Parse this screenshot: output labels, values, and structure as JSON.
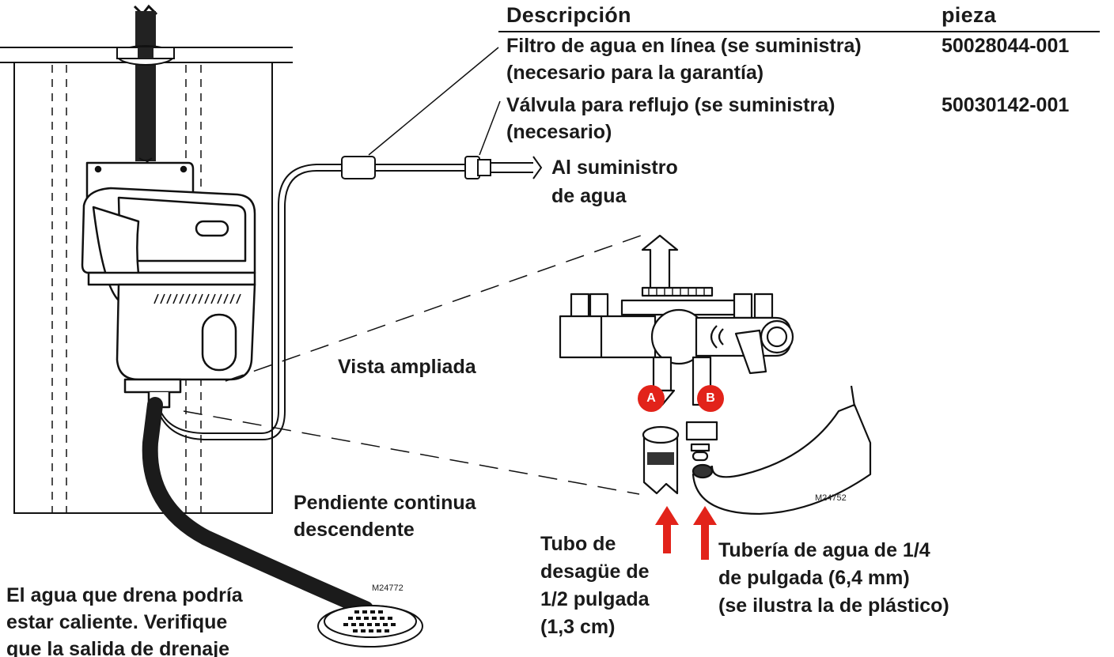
{
  "table": {
    "header_description": "Descripción",
    "header_part": "pieza",
    "rows": [
      {
        "description_line1": "Filtro de agua en línea (se suministra)",
        "description_line2": "(necesario para la garantía)",
        "part": "50028044-001"
      },
      {
        "description_line1": "Válvula para reflujo  (se suministra)",
        "description_line2": "(necesario)",
        "part": "50030142-001"
      }
    ]
  },
  "labels": {
    "water_supply_line1": "Al suministro",
    "water_supply_line2": "de agua",
    "enlarged_view": "Vista ampliada",
    "slope_line1": "Pendiente continua",
    "slope_line2": "descendente",
    "drain_tube_lines": [
      "Tubo de",
      "desagüe de",
      "1/2 pulgada",
      "(1,3 cm)"
    ],
    "water_pipe_lines": [
      "Tubería de agua de 1/4",
      "de pulgada (6,4 mm)",
      "(se ilustra la de plástico)"
    ],
    "warning": "El agua que drena podría estar caliente. Verifique que la salida de drenaje"
  },
  "badges": {
    "a": "A",
    "b": "B"
  },
  "figure_codes": {
    "detail": "M24752",
    "main": "M24772"
  },
  "colors": {
    "accent_red": "#e2231a",
    "line": "#111111",
    "hose": "#1b1b1b"
  }
}
